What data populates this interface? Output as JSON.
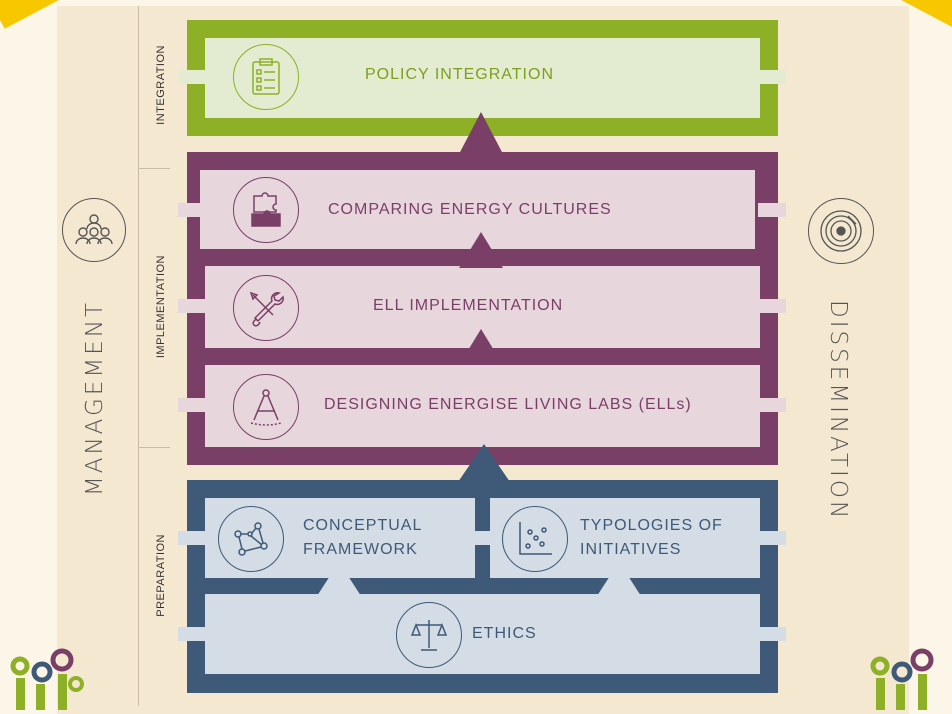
{
  "side_labels": {
    "left": "MANAGEMENT",
    "right": "DISSEMINATION"
  },
  "phases": {
    "integration": "INTEGRATION",
    "implementation": "IMPLEMENTATION",
    "preparation": "PREPARATION"
  },
  "boxes": {
    "policy": "POLICY INTEGRATION",
    "comparing": "COMPARING ENERGY CULTURES",
    "ell": "ELL IMPLEMENTATION",
    "designing": "DESIGNING ENERGISE LIVING LABS (ELLs)",
    "conceptual": "CONCEPTUAL FRAMEWORK",
    "typologies": "TYPOLOGIES OF INITIATIVES",
    "ethics": "ETHICS"
  },
  "colors": {
    "green": "#8db026",
    "purple": "#7a3f66",
    "blue": "#3e5a78",
    "accent_yellow": "#f7c800"
  },
  "icons": [
    "clipboard-icon",
    "puzzle-icon",
    "tools-icon",
    "compass-icon",
    "network-icon",
    "scatter-icon",
    "scales-icon",
    "people-icon",
    "disc-icon"
  ]
}
